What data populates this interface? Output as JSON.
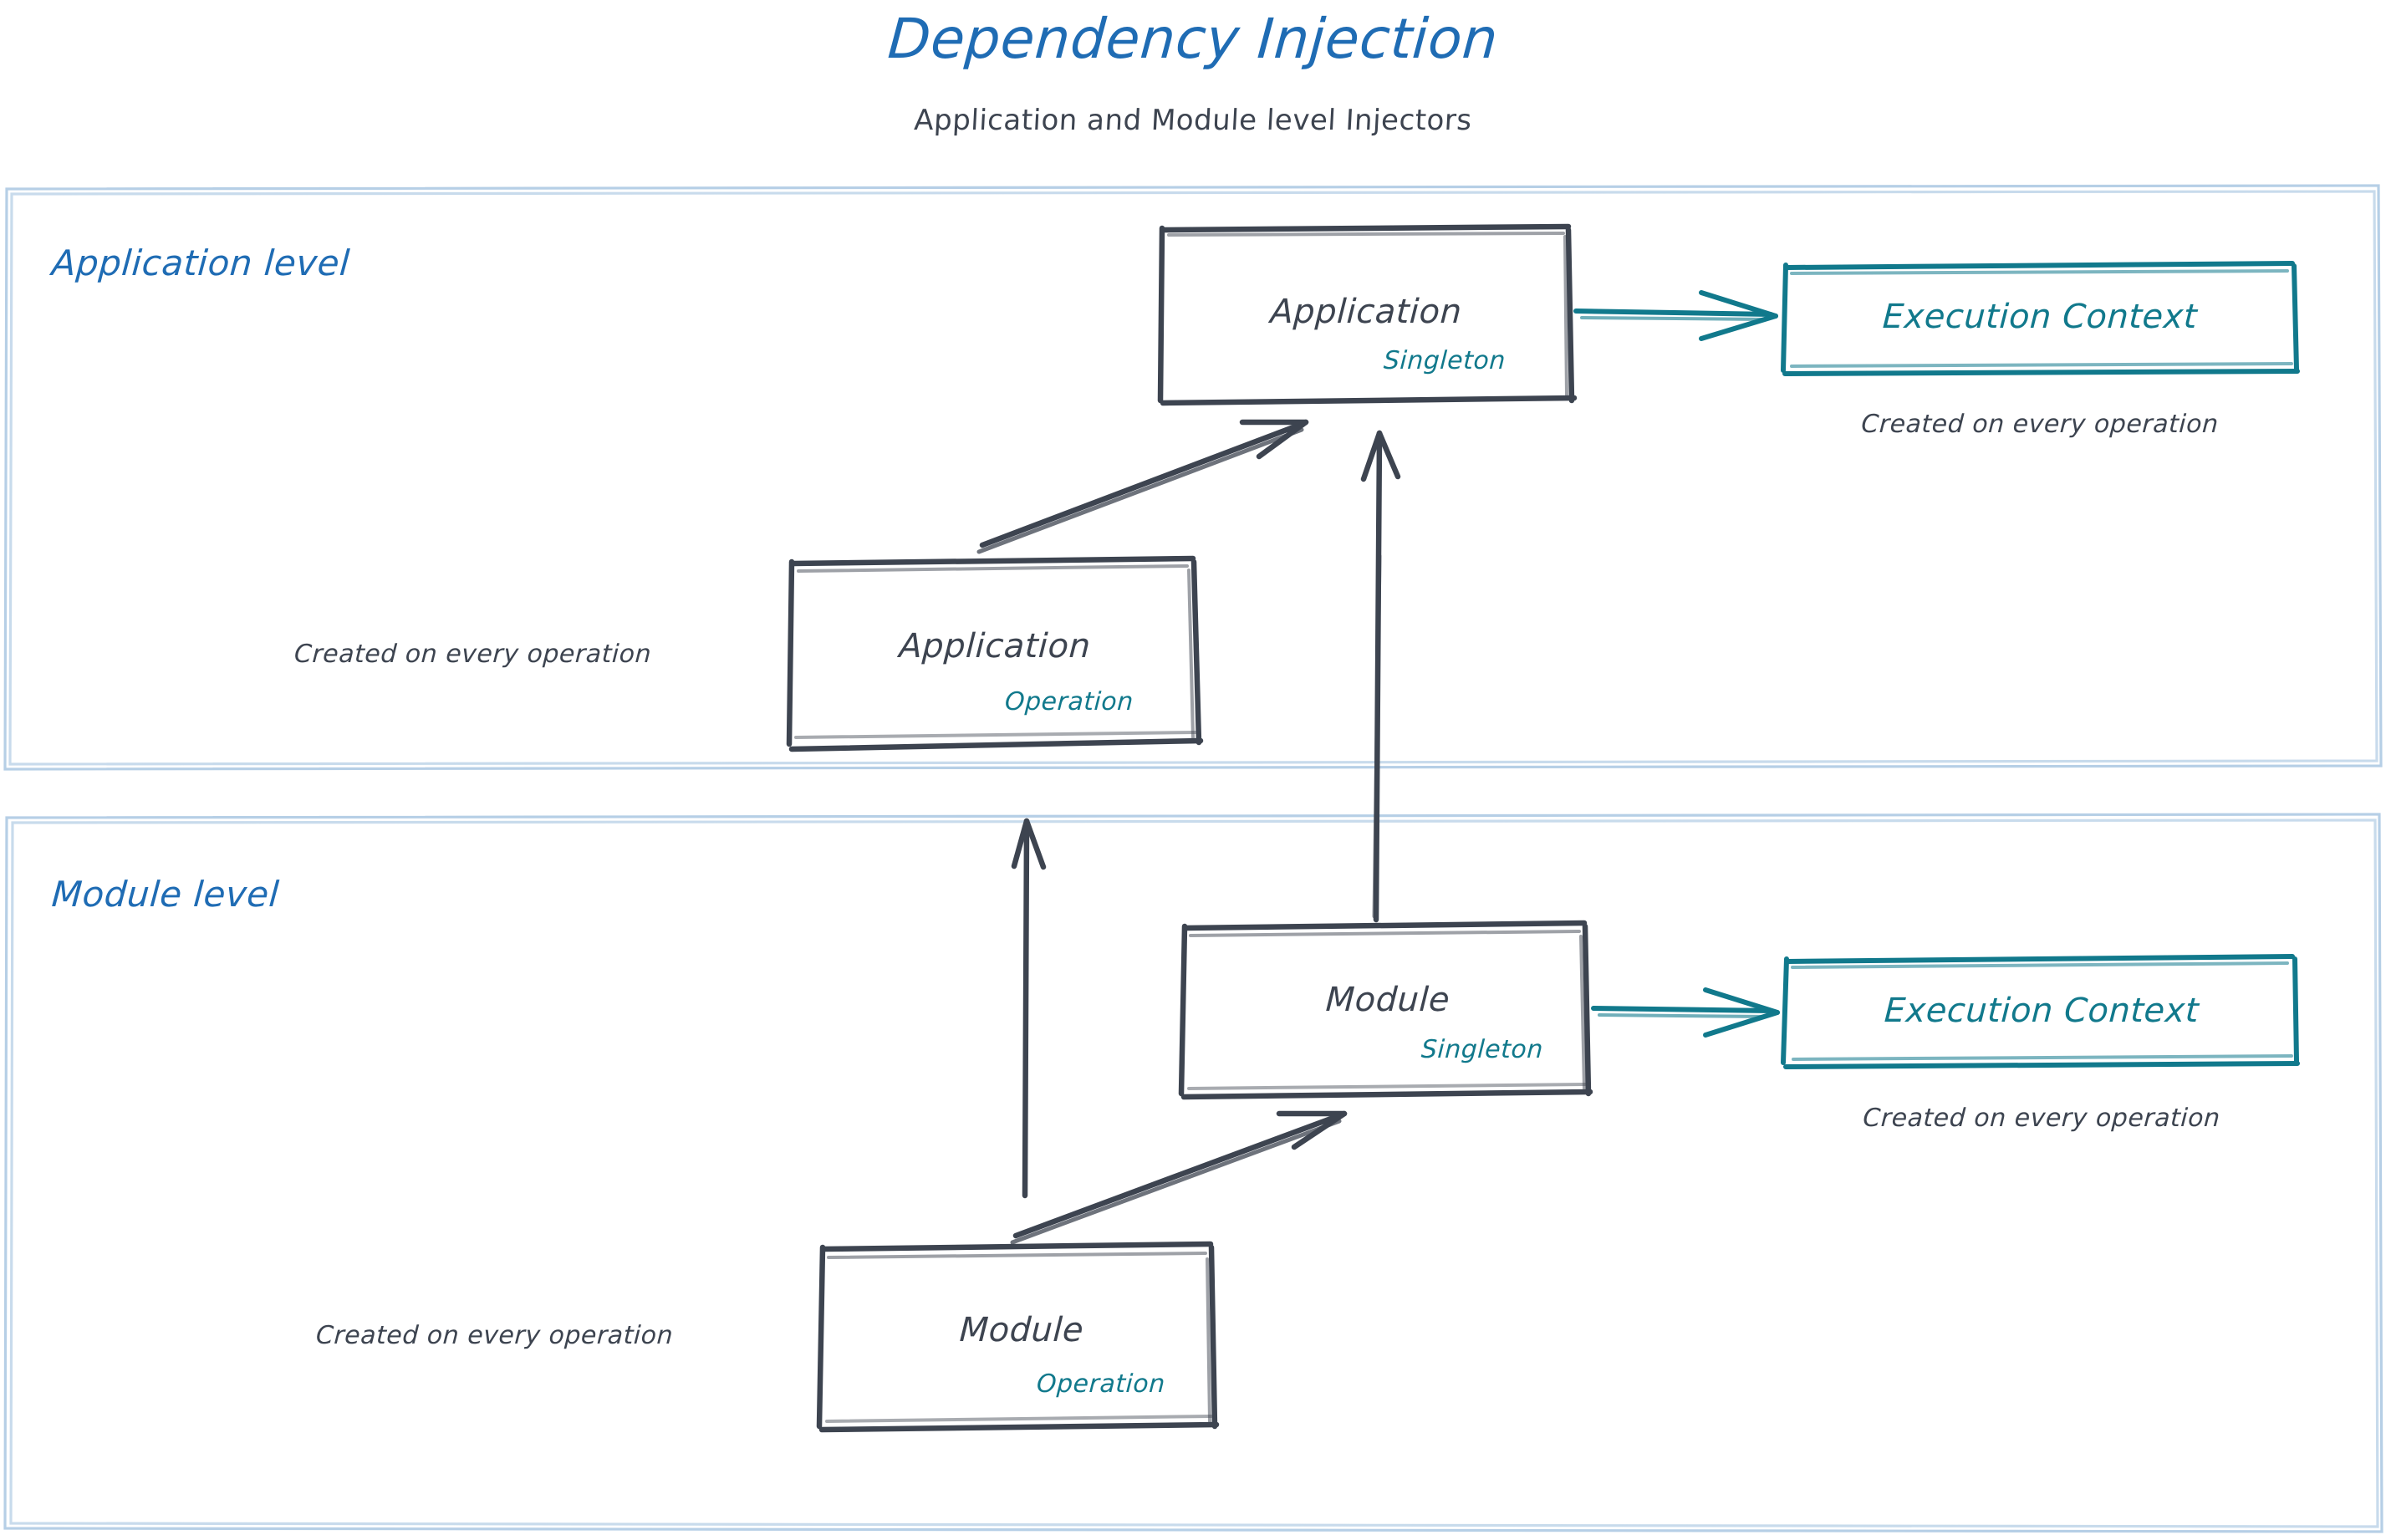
{
  "header": {
    "title": "Dependency Injection",
    "subtitle": "Application and Module level Injectors",
    "title_color": "#1f6cb4",
    "subtitle_color": "#3d4450"
  },
  "colors": {
    "accent_blue": "#1f6cb4",
    "container_border": "#b6cfe6",
    "node_stroke": "#3d4450",
    "teal": "#11798c",
    "background": "#ffffff"
  },
  "zones": [
    {
      "id": "application-level",
      "label": "Application level",
      "nodes": [
        {
          "id": "application-singleton",
          "title": "Application",
          "scope": "Singleton",
          "style": "node"
        },
        {
          "id": "application-operation",
          "title": "Application",
          "scope": "Operation",
          "style": "node"
        },
        {
          "id": "application-execution-context",
          "title": "Execution Context",
          "style": "context"
        }
      ],
      "notes": [
        {
          "id": "note-app-exec-ctx",
          "text": "Created on every operation"
        },
        {
          "id": "note-app-operation",
          "text": "Created on every operation"
        }
      ]
    },
    {
      "id": "module-level",
      "label": "Module level",
      "nodes": [
        {
          "id": "module-singleton",
          "title": "Module",
          "scope": "Singleton",
          "style": "node"
        },
        {
          "id": "module-operation",
          "title": "Module",
          "scope": "Operation",
          "style": "node"
        },
        {
          "id": "module-execution-context",
          "title": "Execution Context",
          "style": "context"
        }
      ],
      "notes": [
        {
          "id": "note-module-exec-ctx",
          "text": "Created on every operation"
        },
        {
          "id": "note-module-operation",
          "text": "Created on every operation"
        }
      ]
    }
  ],
  "edges": [
    {
      "id": "edge-app-singleton-to-exec-ctx",
      "from": "application-singleton",
      "to": "application-execution-context",
      "color": "teal",
      "direction": "right"
    },
    {
      "id": "edge-app-operation-to-app-singleton",
      "from": "application-operation",
      "to": "application-singleton",
      "color": "dark",
      "direction": "up-right"
    },
    {
      "id": "edge-module-singleton-to-app-singleton",
      "from": "module-singleton",
      "to": "application-singleton",
      "color": "dark",
      "direction": "up"
    },
    {
      "id": "edge-module-operation-to-app-operation",
      "from": "module-operation",
      "to": "application-operation",
      "color": "dark",
      "direction": "up"
    },
    {
      "id": "edge-module-singleton-to-exec-ctx",
      "from": "module-singleton",
      "to": "module-execution-context",
      "color": "teal",
      "direction": "right"
    },
    {
      "id": "edge-module-operation-to-module-singleton",
      "from": "module-operation",
      "to": "module-singleton",
      "color": "dark",
      "direction": "up-right"
    }
  ]
}
